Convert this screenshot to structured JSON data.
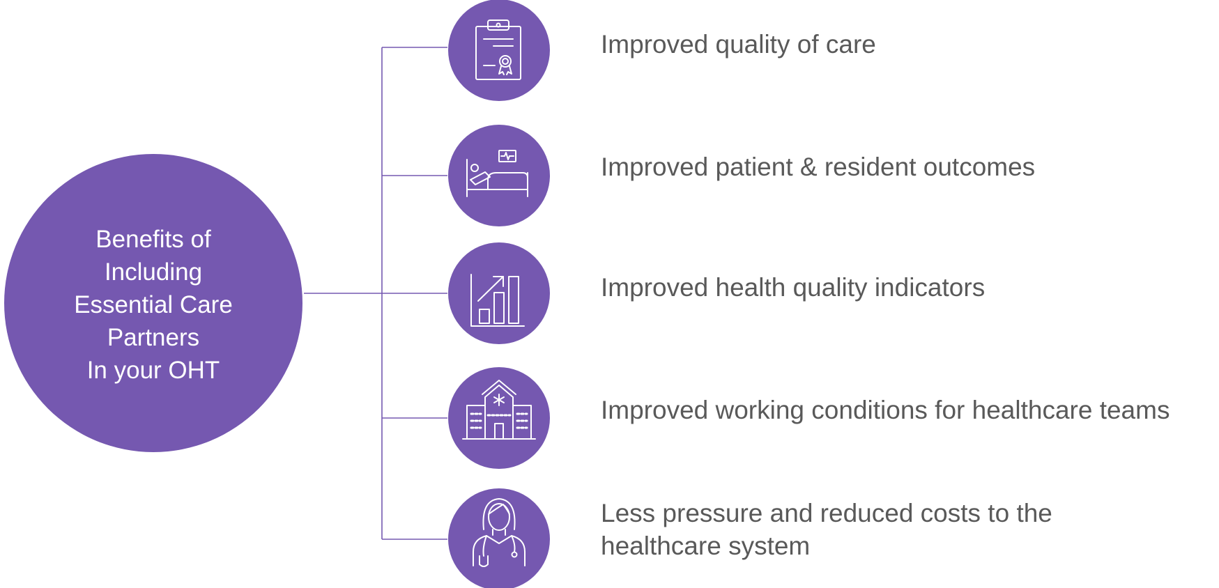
{
  "colors": {
    "accent": "#7558b0",
    "connector": "#7558b0",
    "text": "#595959",
    "center_text": "#ffffff"
  },
  "center": {
    "lines": [
      "Benefits of",
      "Including",
      "Essential Care",
      "Partners",
      "In your OHT"
    ]
  },
  "benefits": [
    {
      "icon": "certificate-icon",
      "lines": [
        "Improved quality of care"
      ]
    },
    {
      "icon": "hospital-bed-icon",
      "lines": [
        "Improved patient & resident outcomes"
      ]
    },
    {
      "icon": "growth-chart-icon",
      "lines": [
        "Improved health quality indicators"
      ]
    },
    {
      "icon": "hospital-building-icon",
      "lines": [
        "Improved working conditions for healthcare teams"
      ]
    },
    {
      "icon": "doctor-icon",
      "lines": [
        "Less pressure and reduced costs to the",
        "healthcare system"
      ]
    }
  ]
}
